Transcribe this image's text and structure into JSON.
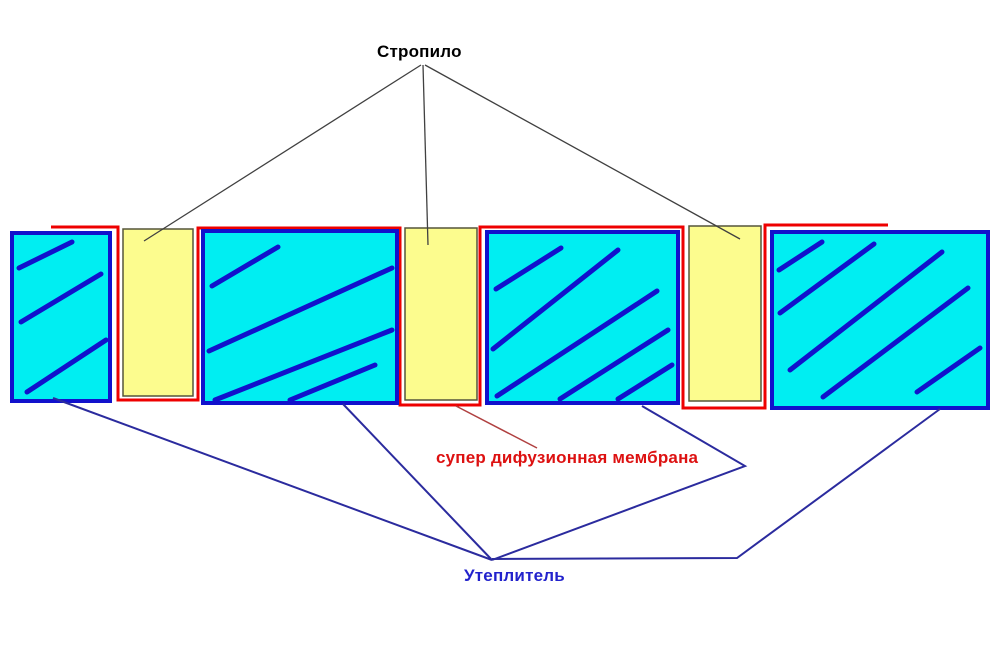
{
  "diagram": {
    "type": "roof-insulation-cross-section",
    "labels": {
      "rafter": "Стропило",
      "membrane": "супер дифузионная мембрана",
      "insulation": "Утеплитель"
    },
    "components": {
      "insulation_panels": 4,
      "rafter_beams": 3,
      "membrane_lines": 1
    }
  },
  "colors": {
    "canvas-bg": "#ffffff",
    "insulation-fill": "#00eef2",
    "insulation-border": "#1111cc",
    "rafter-fill": "#fcfc8e",
    "rafter-border": "#55553a",
    "membrane-red": "#ee0000",
    "membrane-text": "#dd1111",
    "membrane-pointer": "#b04040",
    "insulation-text": "#2222cc",
    "insulation-pointer": "#2b2b9e",
    "rafter-text": "#000000",
    "rafter-pointer": "#404040"
  }
}
